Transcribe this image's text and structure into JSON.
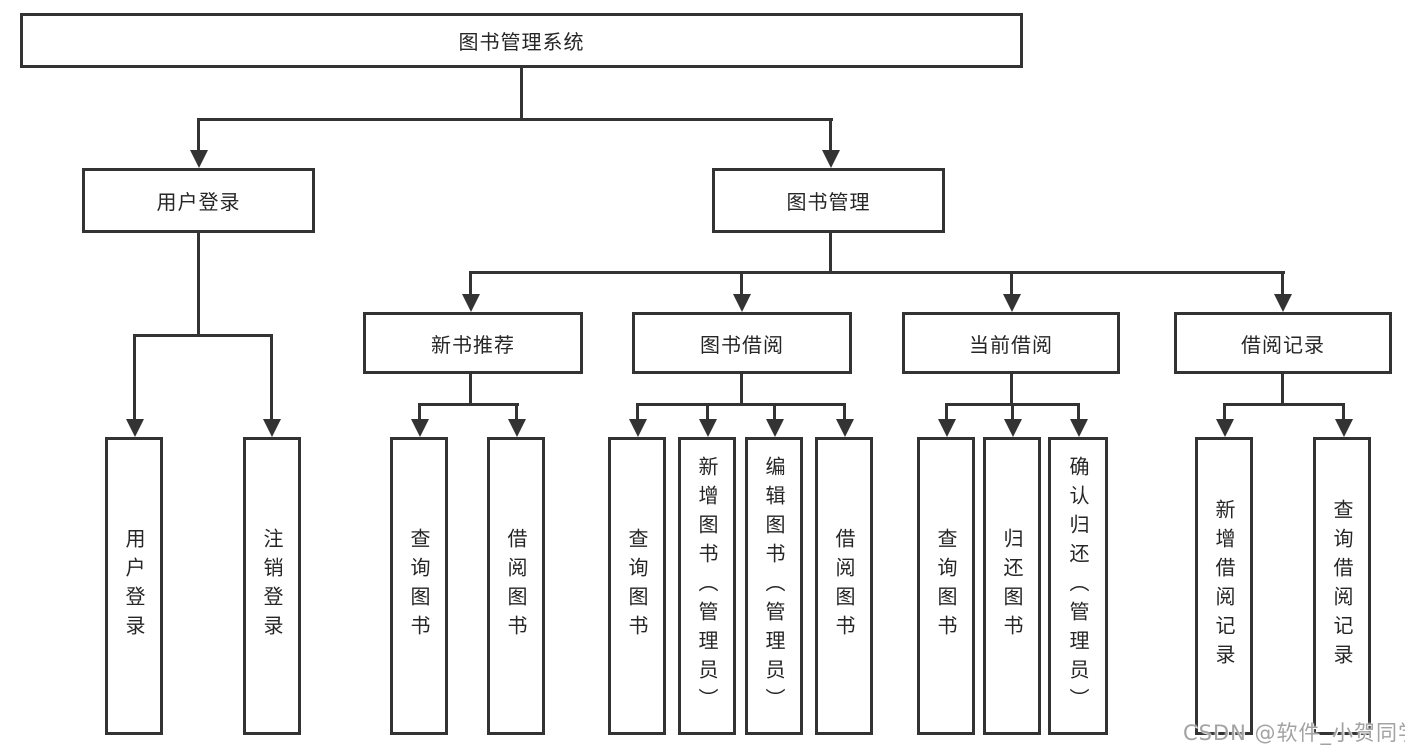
{
  "colors": {
    "line": "#333333",
    "box_border": "#333333",
    "text": "#262626",
    "background": "#ffffff",
    "watermark": "#a3a3a3"
  },
  "watermark": {
    "text": "CSDN @软件_小贺同学"
  },
  "diagram": {
    "type": "tree",
    "root": {
      "label": "图书管理系统"
    },
    "branches": [
      {
        "label": "用户登录",
        "children": [
          {
            "label": "用户登录"
          },
          {
            "label": "注销登录"
          }
        ]
      },
      {
        "label": "图书管理",
        "children": [
          {
            "label": "新书推荐",
            "children": [
              {
                "label": "查询图书"
              },
              {
                "label": "借阅图书"
              }
            ]
          },
          {
            "label": "图书借阅",
            "children": [
              {
                "label": "查询图书"
              },
              {
                "label": "新增图书（管理员）"
              },
              {
                "label": "编辑图书（管理员）"
              },
              {
                "label": "借阅图书"
              }
            ]
          },
          {
            "label": "当前借阅",
            "children": [
              {
                "label": "查询图书"
              },
              {
                "label": "归还图书"
              },
              {
                "label": "确认归还（管理员）"
              }
            ]
          },
          {
            "label": "借阅记录",
            "children": [
              {
                "label": "新增借阅记录"
              },
              {
                "label": "查询借阅记录"
              }
            ]
          }
        ]
      }
    ]
  }
}
